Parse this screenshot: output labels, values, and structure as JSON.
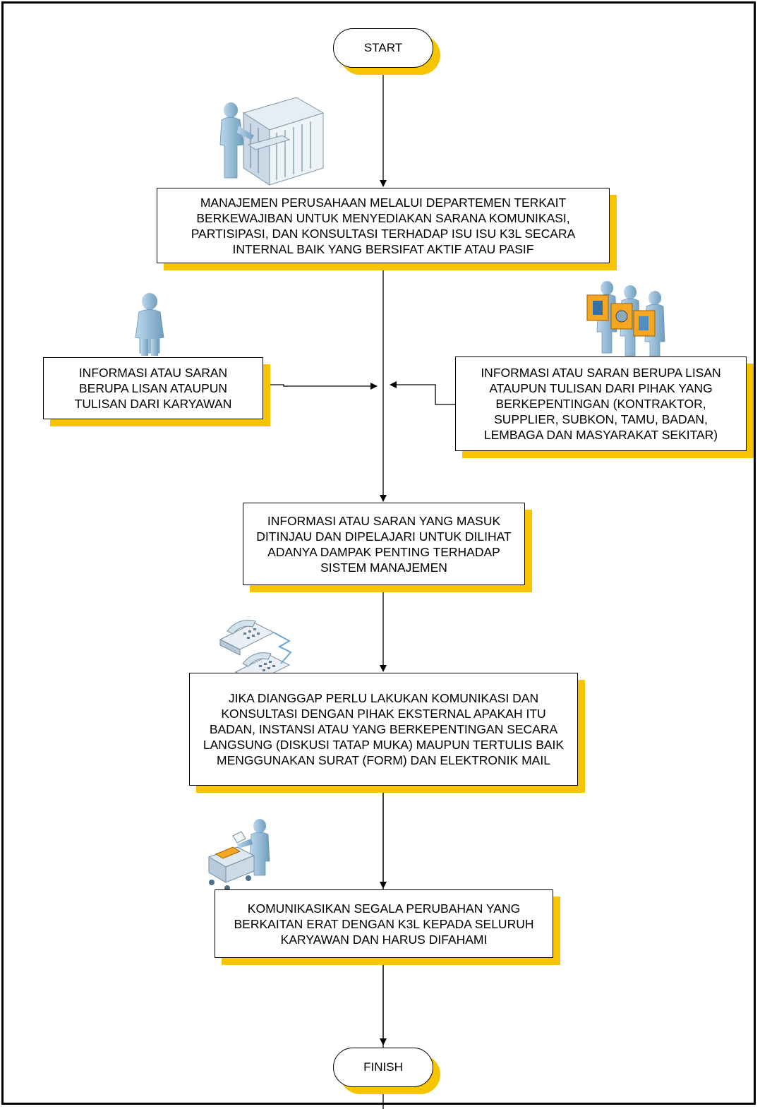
{
  "colors": {
    "shadow": "#f7c500",
    "figure": "#9cc3dd",
    "figure_dark": "#5f8fb0",
    "line": "#000000"
  },
  "flow": {
    "start_label": "START",
    "finish_label": "FINISH",
    "step1": "MANAJEMEN PERUSAHAAN MELALUI DEPARTEMEN TERKAIT BERKEWAJIBAN UNTUK MENYEDIAKAN SARANA KOMUNIKASI, PARTISIPASI, DAN KONSULTASI TERHADAP ISU ISU K3L SECARA INTERNAL BAIK YANG BERSIFAT AKTIF ATAU PASIF",
    "input_employee": "INFORMASI ATAU SARAN BERUPA LISAN ATAUPUN TULISAN DARI KARYAWAN",
    "input_stakeholder": "INFORMASI ATAU SARAN BERUPA LISAN ATAUPUN TULISAN DARI PIHAK YANG BERKEPENTINGAN (KONTRAKTOR, SUPPLIER, SUBKON, TAMU, BADAN, LEMBAGA DAN MASYARAKAT SEKITAR)",
    "step2": "INFORMASI ATAU SARAN YANG MASUK DITINJAU DAN DIPELAJARI UNTUK DILIHAT ADANYA DAMPAK PENTING TERHADAP SISTEM MANAJEMEN",
    "step3": "JIKA DIANGGAP PERLU LAKUKAN KOMUNIKASI DAN KONSULTASI DENGAN PIHAK EKSTERNAL APAKAH ITU BADAN, INSTANSI ATAU YANG BERKEPENTINGAN SECARA LANGSUNG (DISKUSI TATAP MUKA) MAUPUN TERTULIS BAIK MENGGUNAKAN SURAT (FORM) DAN ELEKTRONIK MAIL",
    "step4": "KOMUNIKASIKAN SEGALA PERUBAHAN YANG BERKAITAN ERAT DENGAN K3L KEPADA SELURUH KARYAWAN DAN HARUS DIFAHAMI"
  },
  "icons": {
    "server_operator": "server-rack-operator-icon",
    "employee": "employee-person-icon",
    "stakeholders": "stakeholder-group-icon",
    "telephones": "telephone-pair-icon",
    "mail_cart": "mail-cart-worker-icon"
  }
}
